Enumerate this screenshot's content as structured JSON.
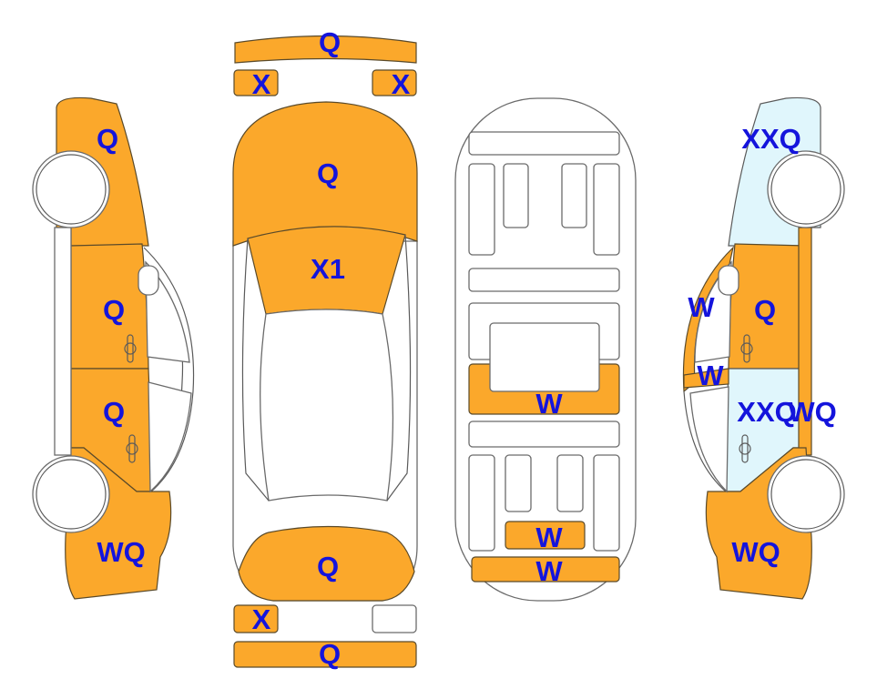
{
  "colors": {
    "damaged_fill": "#FBA82B",
    "alt_fill": "#E0F6FC",
    "label_color": "#1414DC",
    "outline": "#6b6b6b"
  },
  "left_view": {
    "front_fender": "Q",
    "front_door": "Q",
    "rear_door": "Q",
    "rear_quarter": "WQ"
  },
  "top_view": {
    "front_bumper": "Q",
    "headlight_left": "X",
    "headlight_right": "X",
    "hood": "Q",
    "windshield": "X1",
    "trunk": "Q",
    "taillight_left": "X",
    "rear_bumper": "Q"
  },
  "underbody": {
    "center_panel": "W",
    "rear_small_panel": "W",
    "rear_panel": "W"
  },
  "right_view": {
    "front_fender": "XXQ",
    "front_window_frame": "W",
    "front_door": "Q",
    "pillar": "W",
    "rear_door": "XXQ",
    "rear_door_edge": "WQ",
    "rear_quarter": "WQ"
  }
}
